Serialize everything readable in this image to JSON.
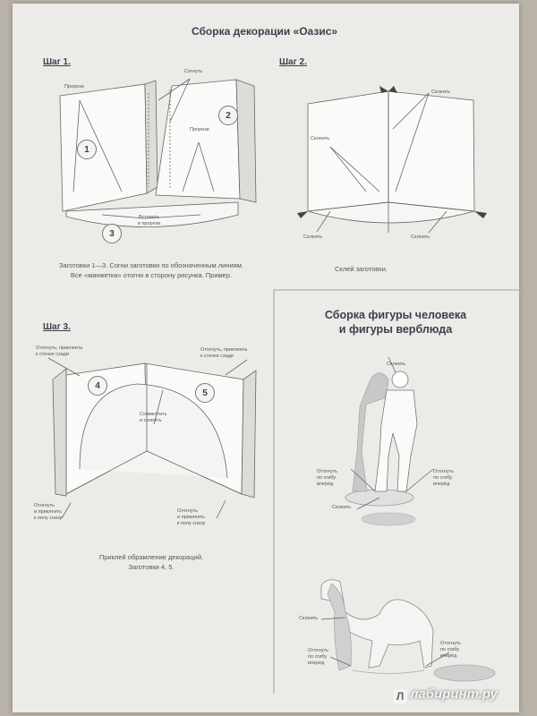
{
  "document": {
    "title": "Сборка декорации «Оазис»",
    "step1": {
      "heading": "Шаг 1.",
      "label_cut": "Прорези",
      "label_fold": "Согнуть",
      "label_cut2": "Прорези",
      "label_insert": "Вставить\nв прорези",
      "caption": "Заготовки 1—3. Согни заготовки по обозначенным линиям.\nВсе «манжетки» отогни в сторону рисунка. Пример."
    },
    "step2": {
      "heading": "Шаг 2.",
      "label_glue_1": "Склеить",
      "label_glue_2": "Склеить",
      "label_glue_3": "Склеить",
      "label_glue_4": "Склеить",
      "caption": "Склей заготовки."
    },
    "step3": {
      "heading": "Шаг 3.",
      "label_left_top": "Отогнуть, приклеить\nк стенке сзади",
      "label_right_top": "Отогнуть, приклеить\nк стенке сзади",
      "label_join": "Совместить\nи склеить",
      "label_left_bottom": "Отогнуть\nи приклеить\nк полу снизу",
      "label_right_bottom": "Отогнуть\nи приклеить\nк полу снизу",
      "caption": "Приклей обрамление декораций.\nЗаготовки 4, 5."
    },
    "figures": {
      "title": "Сборка фигуры человека\nи фигуры верблюда",
      "man_glue": "Склеить",
      "man_fold_left": "Отогнуть\nпо сгибу\nвперёд",
      "man_fold_right": "Отогнуть\nпо сгибу\nвперёд",
      "man_glue_bottom": "Склеить",
      "camel_glue": "Склеить",
      "camel_fold_left": "Отогнуть\nпо сгибу\nвперёд",
      "camel_fold_right": "Отогнуть\nпо сгибу\nвперёд"
    },
    "numbers": [
      "1",
      "2",
      "3",
      "4",
      "5"
    ],
    "watermark": "лабиринт.ру",
    "watermark_logo": "Л"
  }
}
